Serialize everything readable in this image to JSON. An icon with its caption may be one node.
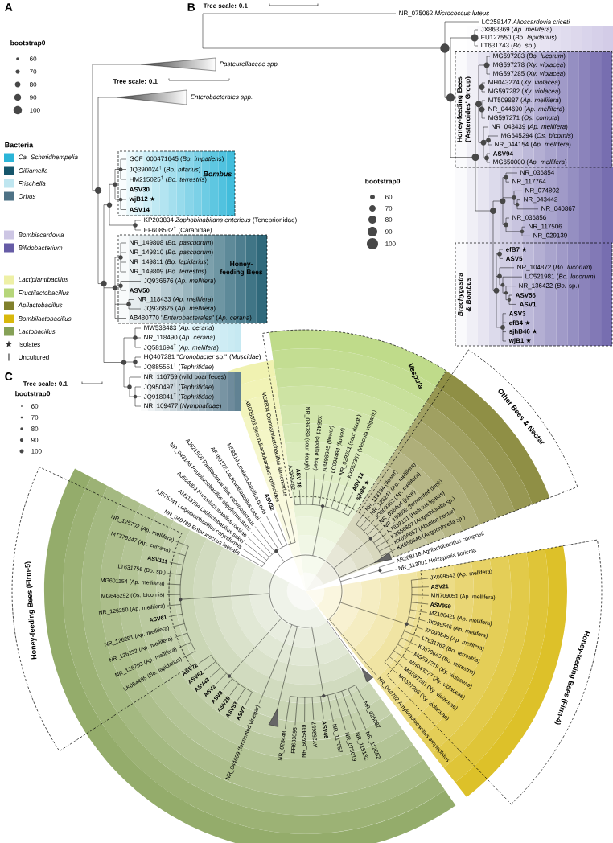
{
  "diagram": {
    "labels": [
      "A",
      "bootstrap0",
      "Tree scale: 0.1",
      "Pasteurellaceae spp.",
      "Enterobacterales spp.",
      "GCF_000471645 (*Bo. impatiens*)",
      "JQ390024$^{†}$ (*Bo. bifarius*)",
      "HM215025$^{†}$ (*Bo. terrestris*)",
      "ASV30",
      "wjB12 ★",
      "ASV14",
      "KP203834 *Zophobihabitans entericus* (Tenebrionidae)",
      "EF608532$^{†}$ (Carabidae)",
      "NR_149808 (*Bo. pascuorum*)",
      "NR_149810 (*Bo. pascuorum*)",
      "NR_149811 (*Bo. lapidarius*)",
      "NR_149809 (*Bo. terrestris*)",
      "JQ936676 (*Ap. mellifera*)",
      "ASV50",
      "NR_118433 (*Ap. mellifera*)",
      "JQ936675 (*Ap. mellifera*)",
      "AB480770 \"*Enterobacterales*\" (*Ap. cerana*)",
      "MW538483 (*Ap. cerana*)",
      "NR_118490 (*Ap. cerana*)",
      "JQ581694$^{†}$ (*Ap. mellifera*)",
      "HQ407281 \"*Cronobacter* sp.\" (*Muscidae*)",
      "JQ885551$^{†}$ (*Tephritidae*)",
      "NR_116759 (wild boar feces)",
      "JQ950497$^{†}$ (*Tephritidae*)",
      "JQ918041$^{†}$ (*Tephritidae*)",
      "NR_109477 (*Nymphalidae*)",
      "Bacteria",
      "B",
      "Tree scale: 0.1",
      "NR_075062 *Micrococcus luteus*",
      "LC258147 *Alloscardovia criceti*",
      "JX863369 (*Ap. mellifera*)",
      "EU127550 (*Bo. lapidarius*)",
      "LT631743 (*Bo.* sp.)",
      "MG597283 (*Bo. lucorum*)",
      "MG597278 (*Xy. violacea*)",
      "MG597285 (*Xy. violacea*)",
      "MH043274 (*Xy. violacea*)",
      "MG597282 (*Xy. violacea*)",
      "MT509887 (*Ap. mellifera*)",
      "NR_044690 (*Ap. mellifera*)",
      "MG597271 (*Os. cornuta*)",
      "NR_043439 (*Ap. mellifera*)",
      "MG645294 (*Os. bicornis*)",
      "NR_044154 (*Ap. mellifera*)",
      "ASV94",
      "MG650000 (*Ap. mellifera*)",
      "NR_036854",
      "NR_117764",
      "NR_074802",
      "NR_043442",
      "NR_040867",
      "NR_036856",
      "NR_117506",
      "NR_029139",
      "efB7 ★",
      "ASV5",
      "NR_104872 (*Bo. lucorum*)",
      "LC521981 (*Bo. lucorum*)",
      "NR_136422 (*Bo.* sp.)",
      "ASV56",
      "ASV1",
      "ASV3",
      "efB4 ★",
      "sjhB46 ★",
      "wjB1 ★",
      "bootstrap0",
      "C",
      "Tree scale: 0.1",
      "bootstrap0",
      "M58804 Companilactobacillus alimentarius",
      "AB005893 Secundilactobacillus collinoides",
      "ASV32",
      "M58810 Levilactobacillus brevis",
      "AF469172 Lacticaseibacillus casei",
      "AJ621556 Paulilactobacillus vaccinostercus",
      "NR_043148 Paucilactobacillus oligofermentans",
      "AJ564009 Furfurilactobacillus rossiae",
      "AM113784 Latilactobacillus sakei",
      "AJ575741 Loigolactobacillus coryniformis",
      "NR_040789 Enterococcus faecalis",
      "AJ965482",
      "ASV 38",
      "NR_036789 (sour dough)",
      "X95421 (spoiled beer)",
      "AB498045 (flower)",
      "LC094494 (flower)",
      "NR_029261 (sour dough)",
      "KX853367 (Vespula vulgaris)",
      "ASV 13",
      "sjhB6 ★",
      "NR_113194 (flower)",
      "NR_126247 (Ap. mellifera)",
      "JQ009352 (Ap. mellifera)",
      "NR_026404 (juice)",
      "NR_159092 (fermented drink)",
      "KT833121 (Halictus ligatus)",
      "KX656667 (Augochlorella sp.)",
      "KX656657 (Abutilon nectar)",
      "KX656646 (Augochlorella sp.)",
      "AB268118 Agrilactobacillus composti",
      "NR_113001 Holzapfelia floricola",
      "JX099543 (Ap. mellifera)",
      "ASV21",
      "MN709051 (Ap. mellifera)",
      "ASV959",
      "MZ190429 (Ap. mellifera)",
      "JX099546 (Ap. mellifera)",
      "JX099545 (Ap. mellifera)",
      "LT631762 (Bo. terrestris)",
      "KJ078643 (Bo. terrestris)",
      "MG597279 (Xy. violaceae)",
      "MH043277 (Xy. violaceae)",
      "MG597281 (Xy. violaceae)",
      "MG597286 (Xy. violaceae)",
      "NR_044702 Amylolactobacillus amylophilus",
      "NR_025448",
      "FR683095",
      "NR_6025449",
      "AY253657",
      "ASV46",
      "NR_117057",
      "NR_075019",
      "NR_115132",
      "NR_112652",
      "NR_025087",
      "NR_044699 (fermented vinegar)",
      "ASV72",
      "ASV62",
      "ASV43",
      "ASV2",
      "ASV8",
      "ASV25",
      "ASV53",
      "ASV7",
      "NR_125702 (Ap. mellifera)",
      "MT279347 (Ap. cerrana)",
      "ASV111",
      "LT631756 (Bo. sp.)",
      "MG601154 (Ap. mellifera)",
      "MG645292 (Os. bicornis)",
      "NR_126250 (Ap. mellifera)",
      "ASV61",
      "NR_126251 (Ap. mellifera)",
      "NR_126252 (Ap. mellifera)",
      "NR_126253 (Ap. mellifera)",
      "LK054485 (Bo. lapidarius)",
      "Bombus",
      "Honey-feeding Bees",
      "Honey-feeding Bees ('Asteroides' Group)",
      "Brachygastra & Bombus",
      "Vespula",
      "Other Bees & Nectar",
      "Honey-feeding Bees (Firm-4)",
      "Honey-feeding Bees (Firm-5)"
    ],
    "legend": [
      {
        "text": "60"
      },
      {
        "text": "70"
      },
      {
        "text": "80"
      },
      {
        "text": "90"
      },
      {
        "text": "100"
      },
      {
        "text": "Ca. Schmidhempelia",
        "color": "#2bb5d8"
      },
      {
        "text": "Gilliamella",
        "color": "#16566b"
      },
      {
        "text": "Frischella",
        "color": "#bfe6f0"
      },
      {
        "text": "Orbus",
        "color": "#4e7286"
      },
      {
        "text": "Bombiscardovia",
        "color": "#cdc6e4"
      },
      {
        "text": "Bifidobacterium",
        "color": "#665ca6"
      },
      {
        "text": "Lactiplantibacillus",
        "color": "#eef0a6"
      },
      {
        "text": "Fructilactobacillus",
        "color": "#b6d67a"
      },
      {
        "text": "Apilactobacillus",
        "color": "#80802c"
      },
      {
        "text": "Bombilactobacillus",
        "color": "#d8b80c"
      },
      {
        "text": "Lactobacillus",
        "color": "#86a157"
      },
      {
        "text": "Isolates"
      },
      {
        "text": "Uncultured"
      },
      {
        "text": "60"
      },
      {
        "text": "70"
      },
      {
        "text": "80"
      },
      {
        "text": "90"
      },
      {
        "text": "100"
      },
      {
        "text": "60"
      },
      {
        "text": "70"
      },
      {
        "text": "80"
      },
      {
        "text": "90"
      },
      {
        "text": "100"
      }
    ]
  }
}
